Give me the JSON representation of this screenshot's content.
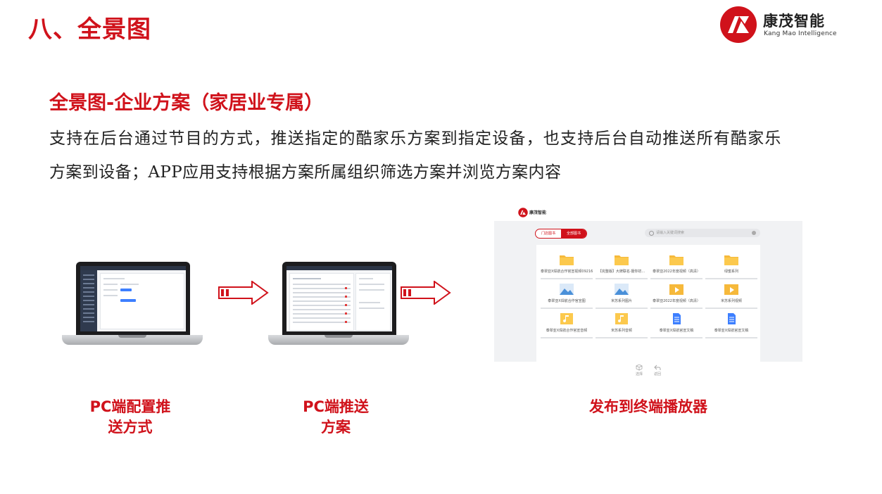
{
  "header": {
    "slide_title": "八、全景图",
    "logo_cn": "康茂智能",
    "logo_en": "Kang Mao Intelligence"
  },
  "section": {
    "heading": "全景图-企业方案（家居业专属）",
    "desc_line1": "支持在后台通过节目的方式，推送指定的酷家乐方案到指定设备，也支持后台自动推送所有酷家乐",
    "desc_line2": "方案到设备；APP应用支持根据方案所属组织筛选方案并浏览方案内容"
  },
  "player": {
    "brand": "康茂智能",
    "tabs": [
      "门店图书",
      "全部图书"
    ],
    "search_placeholder": "请输入关键词搜索",
    "items": [
      {
        "label": "泰翠亚X焊航合作官宣视频09216",
        "icon": "folder-icon"
      },
      {
        "label": "【完整版】大牌联名·摄你初...",
        "icon": "folder-icon"
      },
      {
        "label": "泰翠亚2022年度视频（高清）",
        "icon": "folder-icon"
      },
      {
        "label": "绿蜜系列",
        "icon": "folder-icon"
      },
      {
        "label": "泰翠亚X焊航合作官宣图",
        "icon": "image-icon"
      },
      {
        "label": "米苏系列图片",
        "icon": "image-icon"
      },
      {
        "label": "泰翠亚2022年度视频（高清）",
        "icon": "video-icon"
      },
      {
        "label": "米苏系列视频",
        "icon": "video-icon"
      },
      {
        "label": "泰翠亚X焊航合作官宣音频",
        "icon": "audio-icon"
      },
      {
        "label": "米苏系列音频",
        "icon": "audio-icon"
      },
      {
        "label": "泰翠亚X焊航官宣文稿",
        "icon": "doc-icon"
      },
      {
        "label": "泰翠亚X焊航官宣文稿",
        "icon": "doc-icon"
      }
    ],
    "footer": [
      "选择",
      "返回"
    ]
  },
  "captions": {
    "step1_line1": "PC端配置推",
    "step1_line2": "送方式",
    "step2_line1": "PC端推送",
    "step2_line2": "方案",
    "step3": "发布到终端播放器"
  },
  "colors": {
    "brand_red": "#d0121b",
    "folder_yellow": "#f6b93b",
    "image_blue": "#4a90d9",
    "doc_blue": "#3d7fff"
  }
}
